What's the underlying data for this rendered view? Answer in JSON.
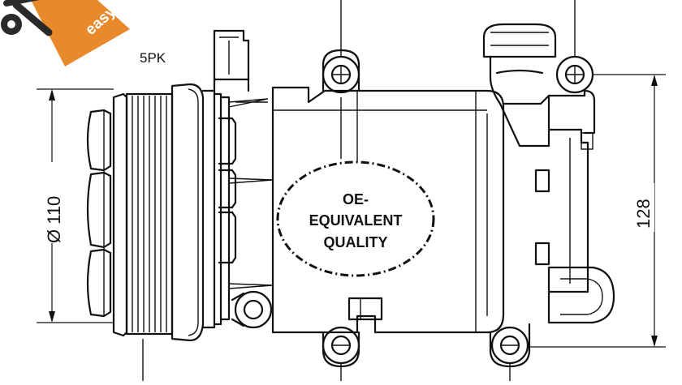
{
  "brand": {
    "logo_text": "easyfit",
    "logo_color": "#e8892b",
    "icon": "wrench-icon"
  },
  "labels": {
    "belt_profile": "5PK",
    "pulley_diameter": "Ø 110",
    "height": "128"
  },
  "badge": {
    "line1": "OE-",
    "line2": "EQUIVALENT",
    "line3": "QUALITY"
  },
  "colors": {
    "line": "#111111",
    "background": "#ffffff"
  }
}
